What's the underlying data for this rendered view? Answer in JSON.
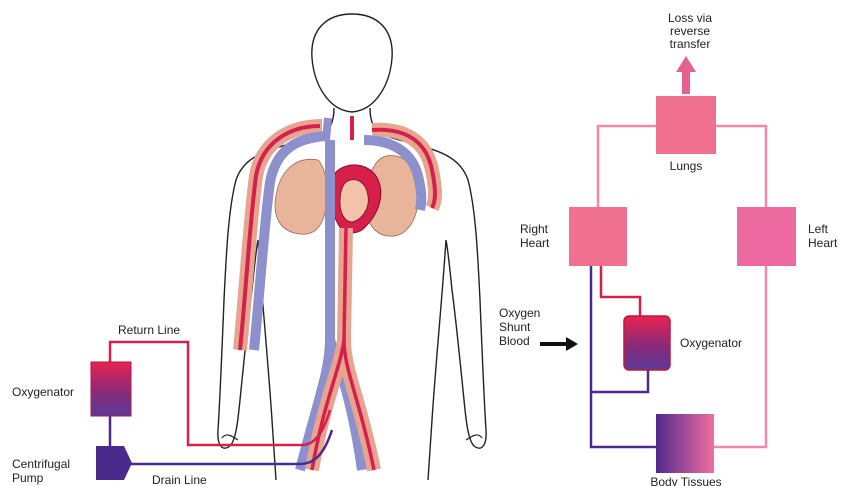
{
  "left_panel": {
    "labels": {
      "return_line": "Return Line",
      "oxygenator": "Oxygenator",
      "centrifugal_pump_line1": "Centrifugal",
      "centrifugal_pump_line2": "Pump",
      "drain_line": "Drain Line"
    }
  },
  "right_panel": {
    "labels": {
      "loss_line1": "Loss via",
      "loss_line2": "reverse",
      "loss_line3": "transfer",
      "lungs": "Lungs",
      "right_heart_line1": "Right",
      "right_heart_line2": "Heart",
      "left_heart_line1": "Left",
      "left_heart_line2": "Heart",
      "oxygen_line1": "Oxygen",
      "oxygen_line2": "Shunt",
      "oxygen_line3": "Blood",
      "oxygenator": "Oxygenator",
      "body_tissues": "Body Tissues"
    }
  },
  "colors": {
    "arterial_red": "#d6204a",
    "venous_blue": "#8c90cc",
    "venous_purple": "#4a2a8a",
    "lung_tan": "#e8b49a",
    "pink_box": "#f06f9a",
    "pink_line": "#f08aab"
  }
}
